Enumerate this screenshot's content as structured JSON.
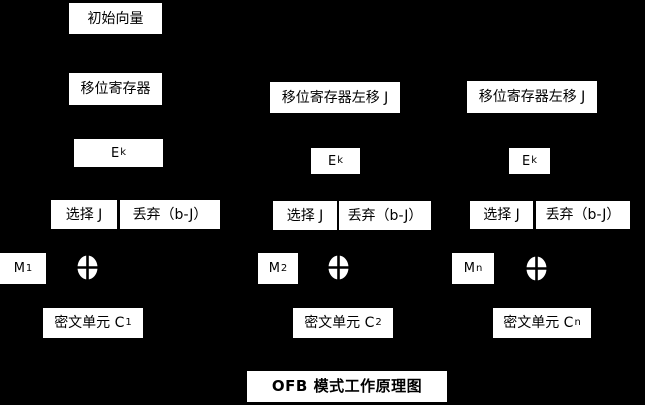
{
  "title": "OFB 模式工作原理图",
  "colors": {
    "background": "#000000",
    "box_fill": "#ffffff",
    "text": "#000000"
  },
  "columns": [
    {
      "init_vector": "初始向量",
      "shift_register": "移位寄存器",
      "cipher_base": "E",
      "cipher_sub": "k",
      "select_label": "选择 J",
      "discard_label": "丢弃（b-J）",
      "message_base": "M",
      "message_sub": "1",
      "xor_icon": "xor-circle-plus",
      "ciphertext_base": "密文单元 C",
      "ciphertext_sub": "1"
    },
    {
      "shift_register": "移位寄存器左移 J",
      "cipher_base": "E",
      "cipher_sub": "k",
      "select_label": "选择 J",
      "discard_label": "丢弃（b-J）",
      "message_base": "M",
      "message_sub": "2",
      "xor_icon": "xor-circle-plus",
      "ciphertext_base": "密文单元 C",
      "ciphertext_sub": "2"
    },
    {
      "shift_register": "移位寄存器左移 J",
      "cipher_base": "E",
      "cipher_sub": "k",
      "select_label": "选择 J",
      "discard_label": "丢弃（b-J）",
      "message_base": "M",
      "message_sub": "n",
      "xor_icon": "xor-circle-plus",
      "ciphertext_base": "密文单元 C",
      "ciphertext_sub": "n"
    }
  ]
}
